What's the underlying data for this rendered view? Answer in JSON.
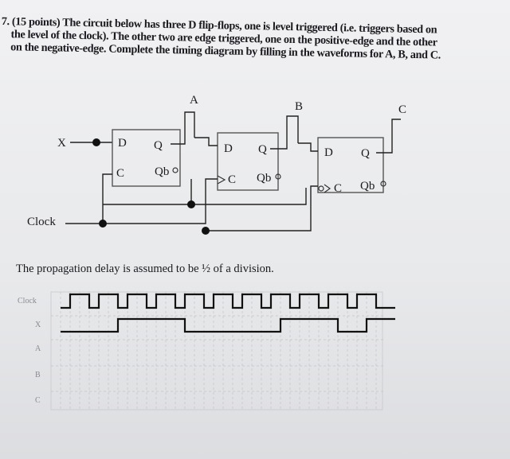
{
  "question": {
    "line1": "7. (15 points) The circuit below has three D flip-flops, one is level triggered (i.e. triggers based on",
    "line2": "the level of the clock). The other two are edge triggered, one on the positive-edge and the other",
    "line3": "on the negative-edge. Complete the timing diagram by filling in the waveforms for A, B, and C."
  },
  "circuit": {
    "input_label": "X",
    "clock_label": "Clock",
    "outputs": [
      "A",
      "B",
      "C"
    ],
    "ff1": {
      "d": "D",
      "q": "Q",
      "c": "C",
      "qb": "Qb"
    },
    "ff2": {
      "d": "D",
      "q": "Q",
      "c": "C",
      "qb": "Qb"
    },
    "ff3": {
      "d": "D",
      "q": "Q",
      "c": "C",
      "qb": "Qb"
    }
  },
  "propagation_note": "The propagation delay is assumed to be ½ of a division.",
  "timing": {
    "rows": [
      "Clock",
      "X",
      "A",
      "B",
      "C"
    ],
    "clock_wave": [
      0,
      1,
      1,
      0,
      1,
      1,
      0,
      1,
      1,
      0,
      1,
      1,
      0,
      1,
      1,
      0,
      1,
      1,
      0,
      1,
      1,
      0,
      1,
      1,
      0,
      1,
      1,
      0,
      1,
      1,
      0,
      1,
      1,
      0,
      0
    ],
    "x_wave": [
      0,
      0,
      0,
      0,
      0,
      0,
      1,
      1,
      1,
      1,
      1,
      1,
      1,
      0,
      0,
      0,
      0,
      0,
      0,
      0,
      0,
      0,
      0,
      1,
      1,
      1,
      1,
      1,
      1,
      0,
      0,
      0,
      1,
      1,
      1
    ]
  }
}
